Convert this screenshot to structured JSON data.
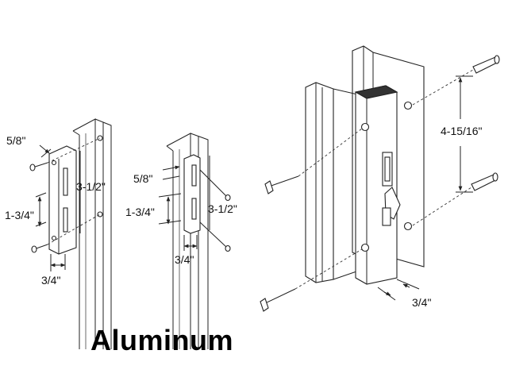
{
  "caption": "Aluminum",
  "dimensions": {
    "left_strike": {
      "top": "5/8\"",
      "middle": "1-3/4\"",
      "long": "3-1/2\"",
      "bottom": "3/4\""
    },
    "center_strike": {
      "top": "5/8\"",
      "middle": "1-3/4\"",
      "long": "3-1/2\"",
      "bottom": "3/4\""
    },
    "handle": {
      "spacing": "4-15/16\"",
      "depth": "3/4\""
    }
  },
  "colors": {
    "line": "#222222",
    "background": "#ffffff"
  }
}
